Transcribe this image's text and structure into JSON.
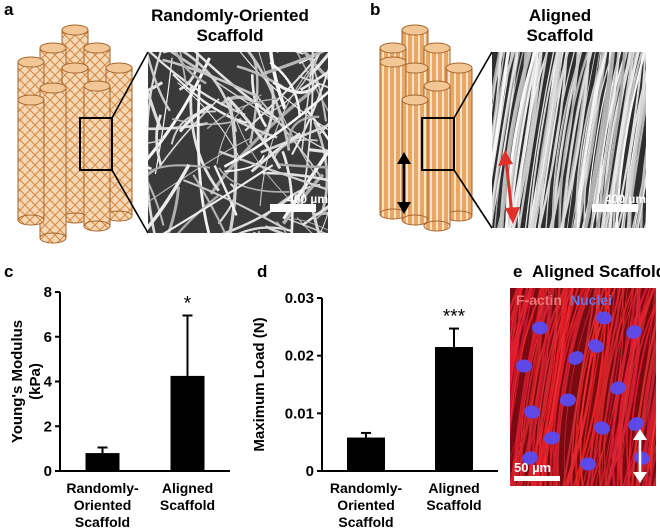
{
  "panels": {
    "a": {
      "label": "a",
      "title_line1": "Randomly-Oriented",
      "title_line2": "Scaffold",
      "scale_bar": "400 µm"
    },
    "b": {
      "label": "b",
      "title_line1": "Aligned",
      "title_line2": "Scaffold",
      "scale_bar": "400 µm"
    },
    "c": {
      "label": "c"
    },
    "d": {
      "label": "d"
    },
    "e": {
      "label": "e",
      "title": "Aligned Scaffold",
      "stain1": "F-actin",
      "stain2": "Nuclei",
      "scale_bar": "50 µm"
    }
  },
  "colors": {
    "tube_orange": "#e7a35f",
    "tube_light": "#f6d8b6",
    "bar_black": "#000000",
    "factin_red": "#d42020",
    "nuclei_blue": "#3a48f0",
    "double_arrow_red": "#e0302a"
  },
  "chart_data": [
    {
      "type": "bar",
      "categories": [
        "Randomly-Oriented Scaffold",
        "Aligned Scaffold"
      ],
      "category_lines": [
        [
          "Randomly-",
          "Oriented",
          "Scaffold"
        ],
        [
          "Aligned",
          "Scaffold"
        ]
      ],
      "values": [
        0.8,
        4.25
      ],
      "errors": [
        0.25,
        2.7
      ],
      "significance": [
        "",
        "*"
      ],
      "ylabel_line1": "Young's Modulus",
      "ylabel_line2": "(kPa)",
      "ylim": [
        0,
        8
      ],
      "yticks": [
        0,
        2,
        4,
        6,
        8
      ],
      "ytick_labels": [
        "0",
        "2",
        "4",
        "6",
        "8"
      ]
    },
    {
      "type": "bar",
      "categories": [
        "Randomly-Oriented Scaffold",
        "Aligned Scaffold"
      ],
      "category_lines": [
        [
          "Randomly-",
          "Oriented",
          "Scaffold"
        ],
        [
          "Aligned",
          "Scaffold"
        ]
      ],
      "values": [
        0.0058,
        0.0215
      ],
      "errors": [
        0.0008,
        0.0032
      ],
      "significance": [
        "",
        "***"
      ],
      "ylabel_line1": "Maximum Load (N)",
      "ylim": [
        0,
        0.03
      ],
      "yticks": [
        0,
        0.01,
        0.02,
        0.03
      ],
      "ytick_labels": [
        "0",
        "0.01",
        "0.02",
        "0.03"
      ]
    }
  ]
}
